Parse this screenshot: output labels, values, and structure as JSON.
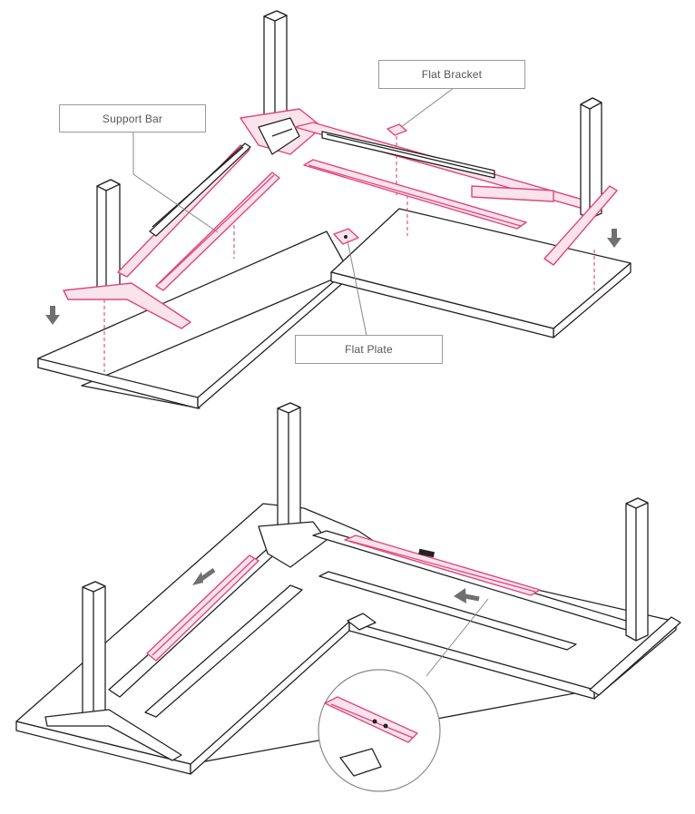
{
  "labels": {
    "support_bar": "Support Bar",
    "flat_bracket": "Flat Bracket",
    "flat_plate": "Flat Plate"
  },
  "colors": {
    "accent": "#e0447d",
    "line": "#222222",
    "callout_border": "#9a9a9a",
    "arrow": "#707070"
  }
}
